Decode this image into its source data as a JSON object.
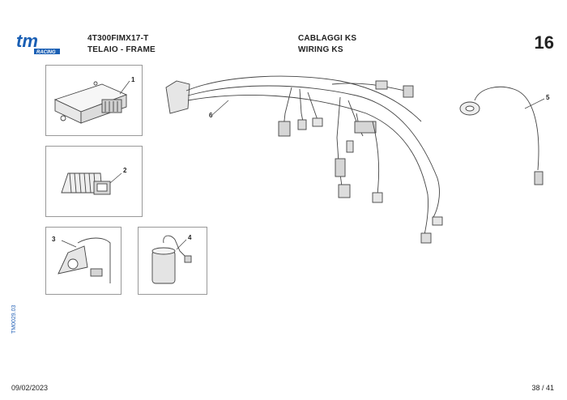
{
  "logo": {
    "brand": "tm",
    "sub": "RACING",
    "color": "#1a5fb4"
  },
  "header": {
    "model": "4T300FIMX17-T",
    "section_it": "CABLAGGI KS",
    "group": "TELAIO - FRAME",
    "section_en": "WIRING KS",
    "page_number": "16"
  },
  "doc_code": "TM0029.03",
  "footer": {
    "date": "09/02/2023",
    "pages": "38 / 41"
  },
  "callouts": [
    "1",
    "2",
    "3",
    "4",
    "5",
    "6"
  ]
}
